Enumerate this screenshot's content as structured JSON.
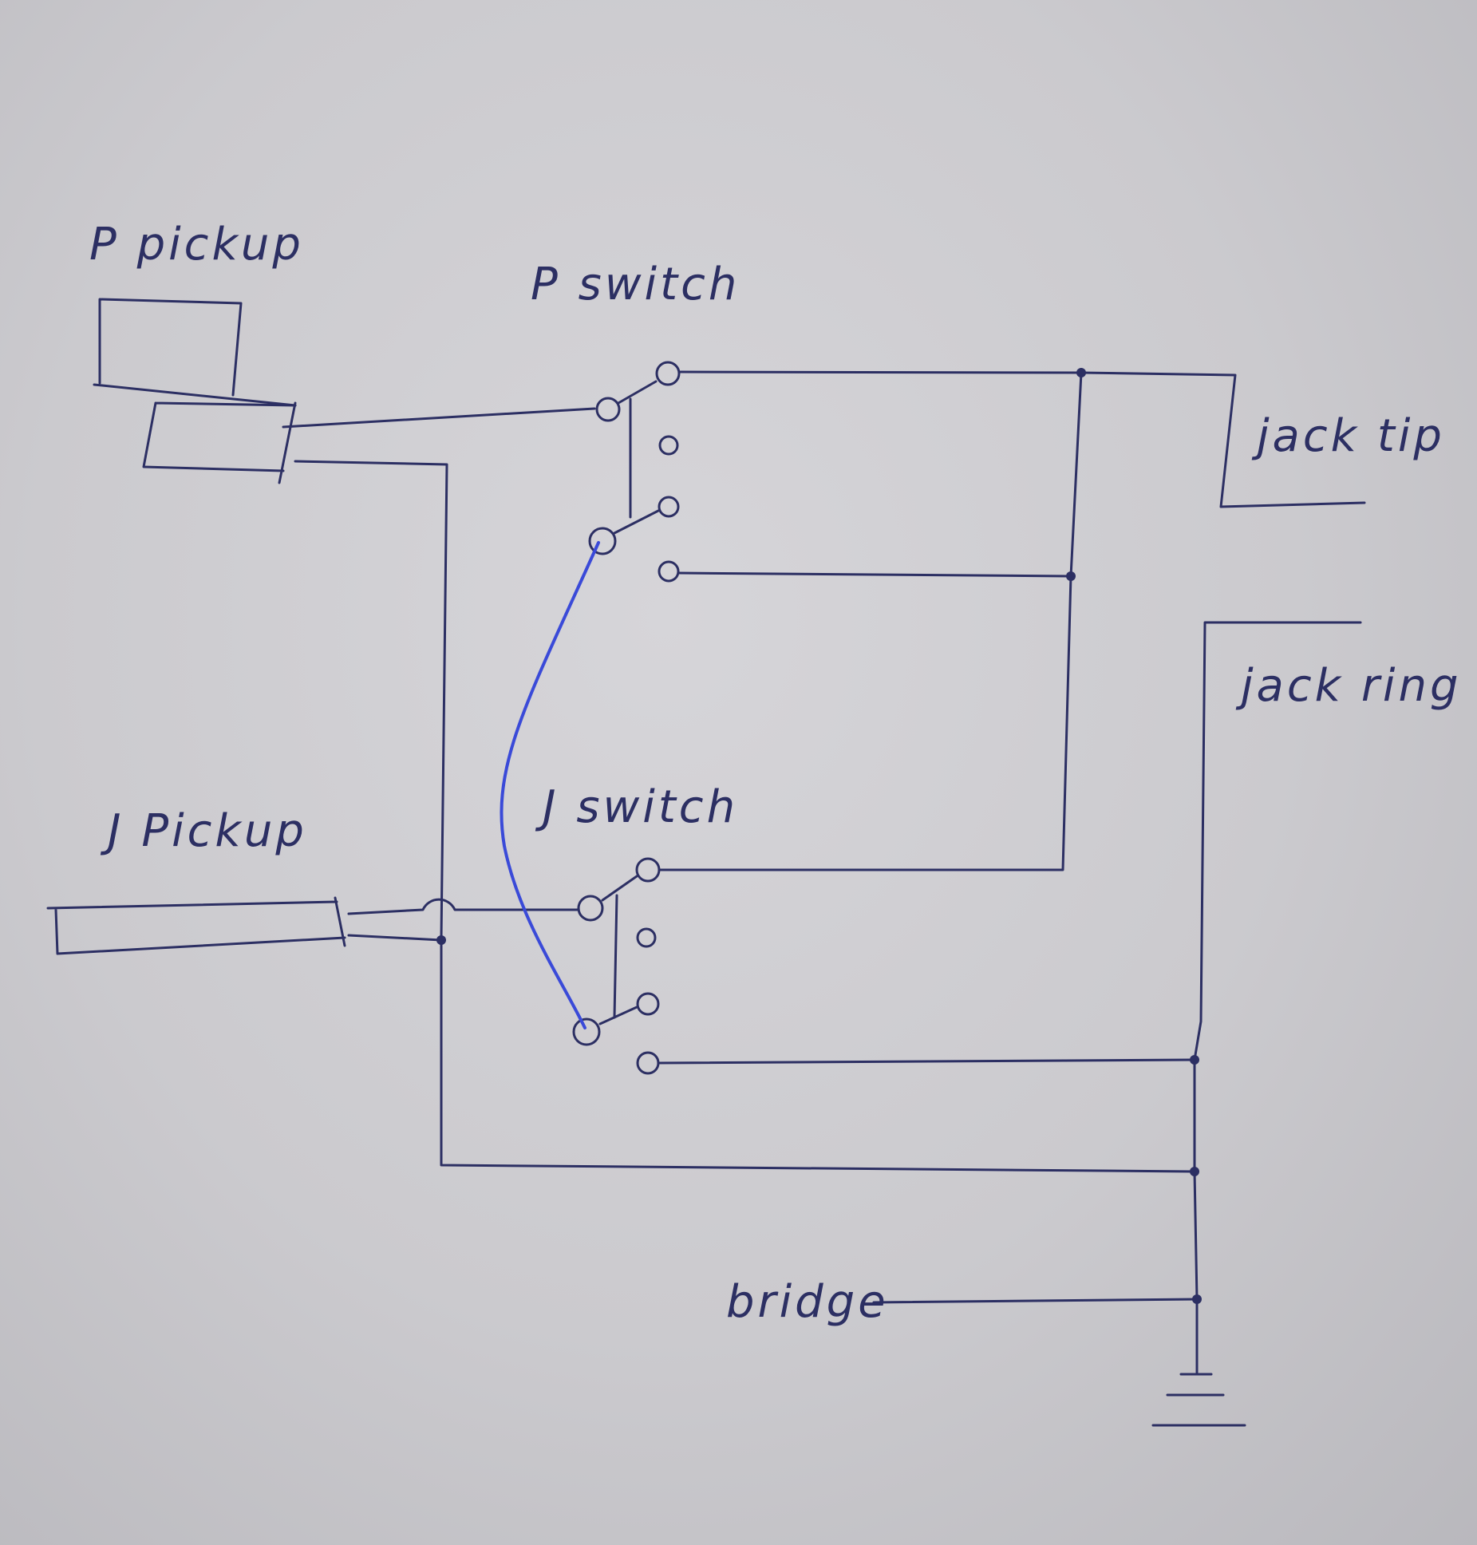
{
  "labels": {
    "p_pickup": "P pickup",
    "p_switch": "P switch",
    "jack_tip": "jack tip",
    "jack_ring": "jack ring",
    "j_pickup": "J Pickup",
    "j_switch": "J switch",
    "bridge": "bridge"
  },
  "colors": {
    "ink": "#2c2f63",
    "jumper": "#3a4ad8",
    "paper": "#cbcace"
  }
}
